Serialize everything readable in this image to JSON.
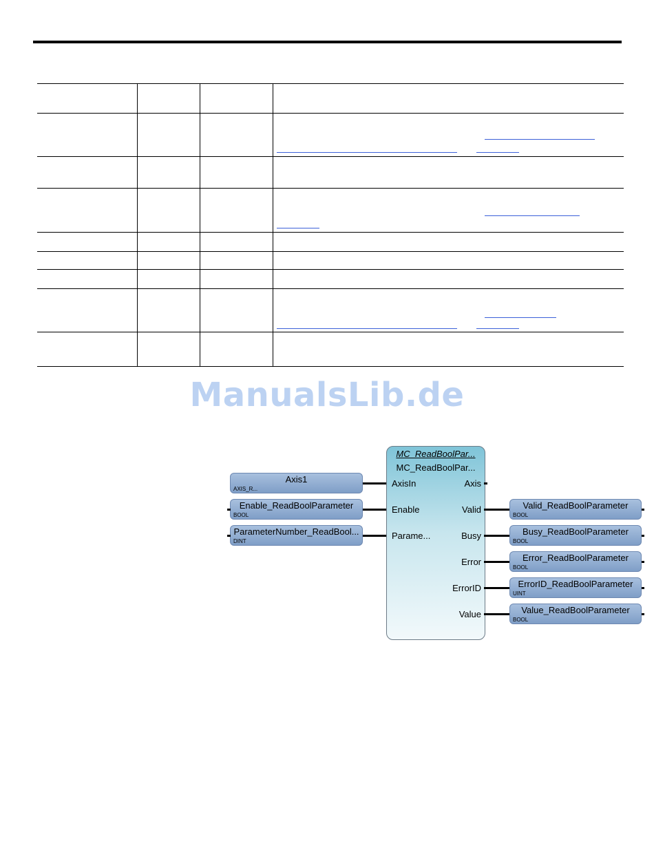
{
  "watermark": "ManualsLib.de",
  "function_block": {
    "title": "MC_ReadBoolPar...",
    "instance": "MC_ReadBoolPar...",
    "inputs": [
      {
        "pin": "AxisIn",
        "variable": "Axis1",
        "type": "AXIS_R..."
      },
      {
        "pin": "Enable",
        "variable": "Enable_ReadBoolParameter",
        "type": "BOOL"
      },
      {
        "pin": "Parame...",
        "variable": "ParameterNumber_ReadBool...",
        "type": "DINT"
      }
    ],
    "outputs": [
      {
        "pin": "Axis"
      },
      {
        "pin": "Valid",
        "variable": "Valid_ReadBoolParameter",
        "type": "BOOL"
      },
      {
        "pin": "Busy",
        "variable": "Busy_ReadBoolParameter",
        "type": "BOOL"
      },
      {
        "pin": "Error",
        "variable": "Error_ReadBoolParameter",
        "type": "BOOL"
      },
      {
        "pin": "ErrorID",
        "variable": "ErrorID_ReadBoolParameter",
        "type": "UINT"
      },
      {
        "pin": "Value",
        "variable": "Value_ReadBoolParameter",
        "type": "BOOL"
      }
    ]
  }
}
